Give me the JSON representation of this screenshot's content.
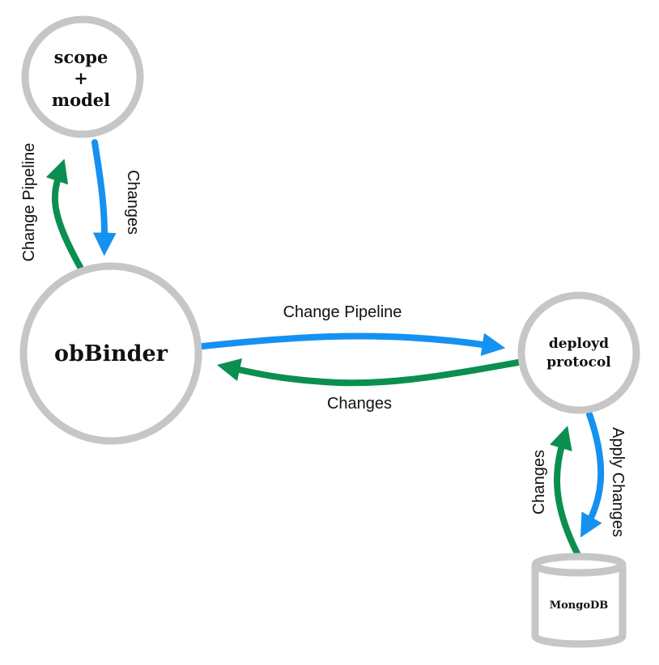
{
  "colors": {
    "node_stroke": "#c6c6c6",
    "flow_blue": "#1591f2",
    "flow_green": "#0b8f50"
  },
  "nodes": {
    "scope_model": {
      "lines": [
        "scope",
        "+",
        "model"
      ]
    },
    "obbinder": {
      "label": "obBinder"
    },
    "deployd": {
      "lines": [
        "deployd",
        "protocol"
      ]
    },
    "mongodb": {
      "label": "MongoDB"
    }
  },
  "edges": {
    "scope_to_obbinder": {
      "label": "Changes",
      "color": "blue"
    },
    "obbinder_to_scope": {
      "label": "Change Pipeline",
      "color": "green"
    },
    "obbinder_to_deployd": {
      "label": "Change Pipeline",
      "color": "blue"
    },
    "deployd_to_obbinder": {
      "label": "Changes",
      "color": "green"
    },
    "deployd_to_mongodb": {
      "label": "Apply Changes",
      "color": "blue"
    },
    "mongodb_to_deployd": {
      "label": "Changes",
      "color": "green"
    }
  }
}
